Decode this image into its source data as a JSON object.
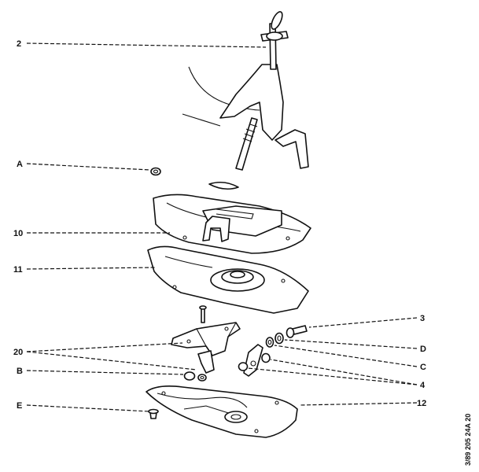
{
  "callouts": {
    "c2": "2",
    "cA": "A",
    "c10": "10",
    "c11": "11",
    "c20": "20",
    "cB": "B",
    "cE": "E",
    "c3": "3",
    "cD": "D",
    "cC": "C",
    "c4": "4",
    "c12": "12"
  },
  "reference_code": "3/89 205 24A 20"
}
